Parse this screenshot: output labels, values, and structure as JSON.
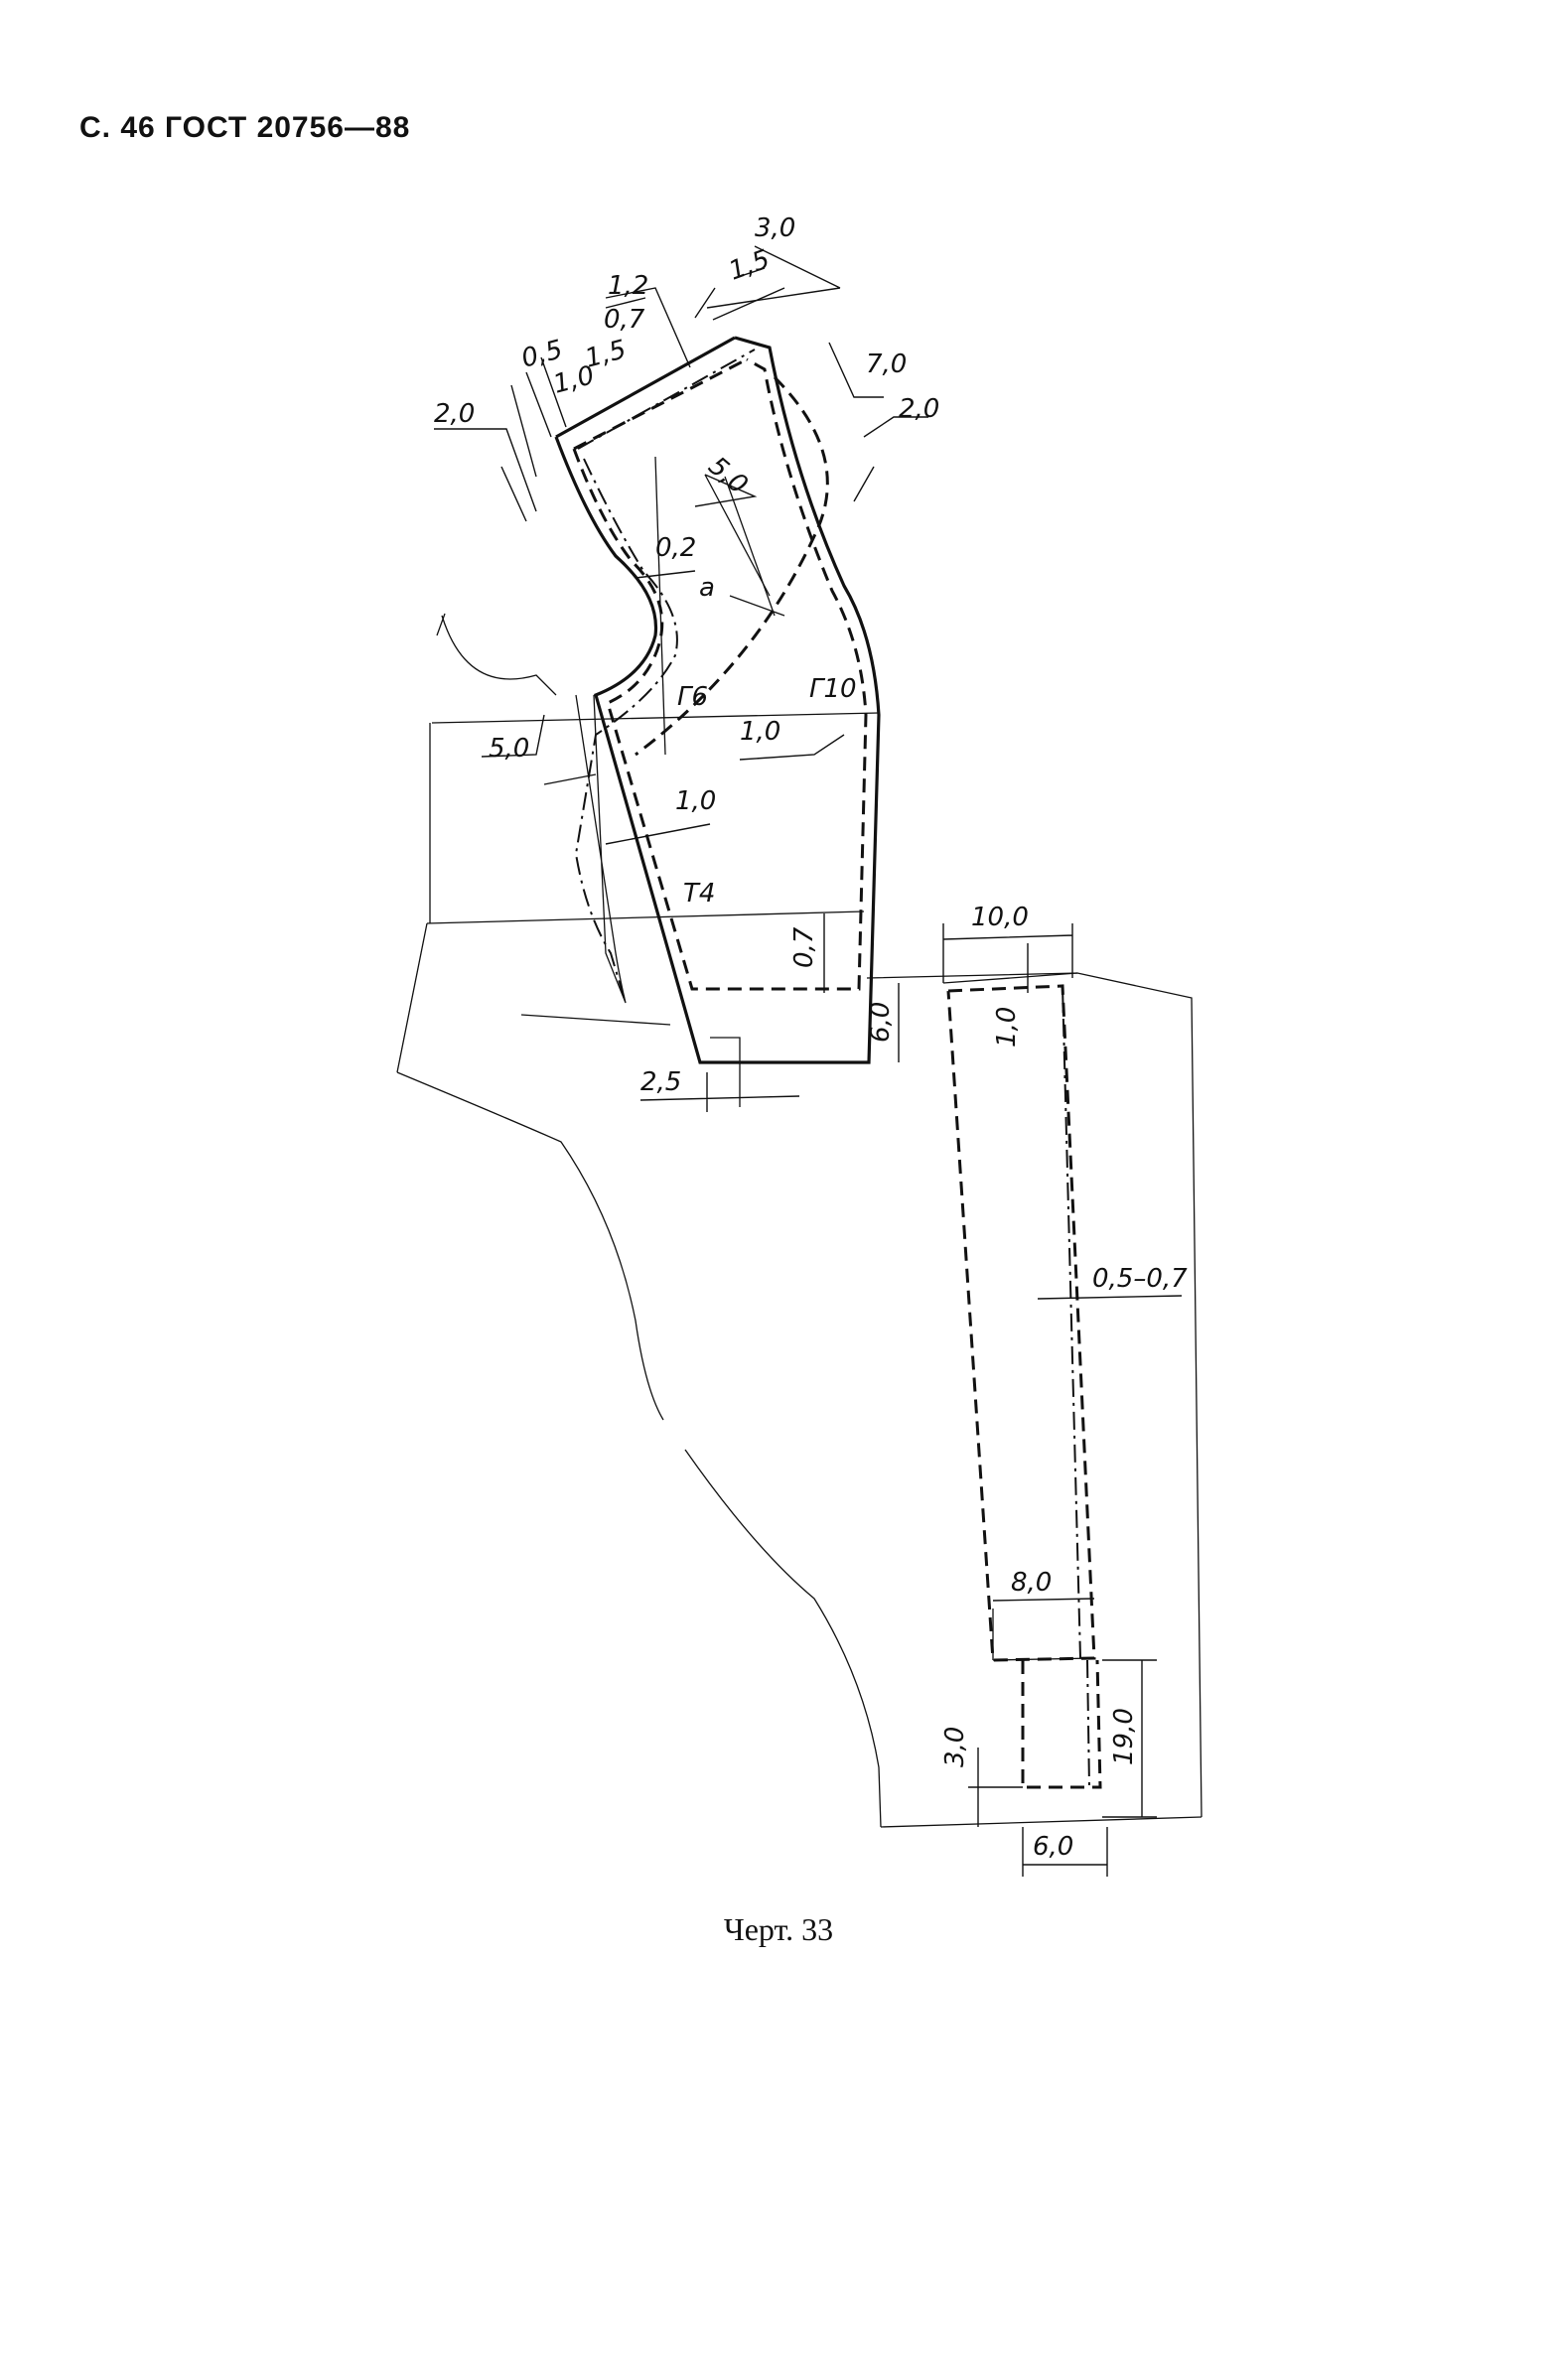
{
  "header": {
    "text": "С. 46 ГОСТ 20756—88"
  },
  "caption": {
    "text": "Черт. 33"
  },
  "labels": {
    "d_3_0": "3,0",
    "d_1_5_top": "1,5",
    "d_1_2": "1,2",
    "d_0_7_top": "0,7",
    "d_7_0": "7,0",
    "d_2_0_right": "2,0",
    "d_0_5": "0,5",
    "d_1_0_top": "1,0",
    "d_1_5_mid": "1,5",
    "d_2_0_left": "2,0",
    "d_5_0_mid": "5,0",
    "d_0_2": "0,2",
    "pt_a": "a",
    "pt_g6": "Г6",
    "pt_g10": "Г10",
    "d_1_0_mid": "1,0",
    "d_5_0_left": "5,0",
    "d_1_0_low": "1,0",
    "pt_t4": "Т4",
    "d_0_7_low": "0,7",
    "d_6_0_right": "6,0",
    "d_2_5": "2,5",
    "d_10_0": "10,0",
    "d_1_0_strip": "1,0",
    "d_0_5_0_7": "0,5–0,7",
    "d_8_0": "8,0",
    "d_3_0_bottom": "3,0",
    "d_19_0": "19,0",
    "d_6_0_bottom": "6,0"
  }
}
